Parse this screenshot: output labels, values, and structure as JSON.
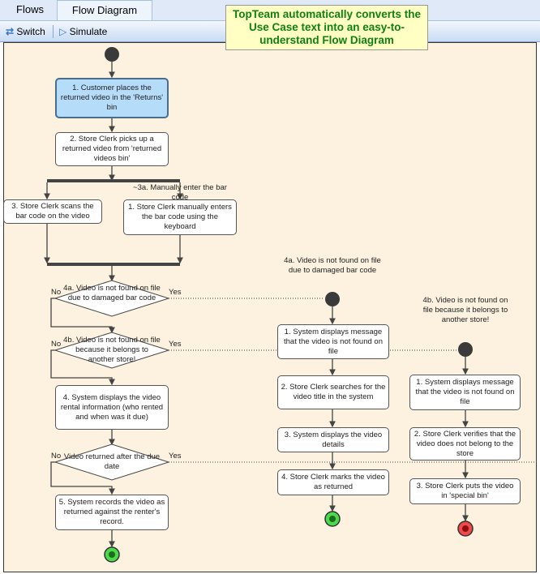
{
  "tabs": [
    {
      "label": "Flows"
    },
    {
      "label": "Flow Diagram"
    }
  ],
  "toolbar": {
    "switch_label": "Switch",
    "simulate_label": "Simulate"
  },
  "callout": {
    "text": "TopTeam automatically converts the Use Case text into an easy-to-understand Flow Diagram"
  },
  "main_flow": {
    "step1": "1.  Customer places the returned video in the 'Returns' bin",
    "step2": "2.  Store Clerk picks up a returned video from 'returned videos bin'",
    "step3": "3.  Store Clerk scans the bar code on the video",
    "alt3a_label": "~3a. Manually enter the bar code",
    "alt3a_step1": "1.  Store Clerk manually enters the bar code using the keyboard",
    "decision4a": "4a. Video is not found on file due to damaged bar code",
    "decision4b": "4b. Video is not found on file because it belongs to another store!",
    "step4": "4.  System displays the video rental information (who rented and when was it due)",
    "decision_due": "Video returned after the due date",
    "step5": "5.  System records the video as returned against the renter's record.",
    "no": "No",
    "yes": "Yes"
  },
  "alt4a": {
    "label": "4a. Video is not found on file due to damaged bar code",
    "steps": [
      "1.  System displays message that the video is not found on file",
      "2.  Store Clerk searches for the video title in the system",
      "3.  System displays the video details",
      "4.  Store Clerk marks the video as returned"
    ]
  },
  "alt4b": {
    "label": "4b. Video is not found on file because it belongs to another store!",
    "steps": [
      "1.  System displays message that the video is not found on file",
      "2.  Store Clerk verifies that the video does not belong to the store",
      "3.  Store Clerk puts the video in 'special bin'"
    ]
  }
}
